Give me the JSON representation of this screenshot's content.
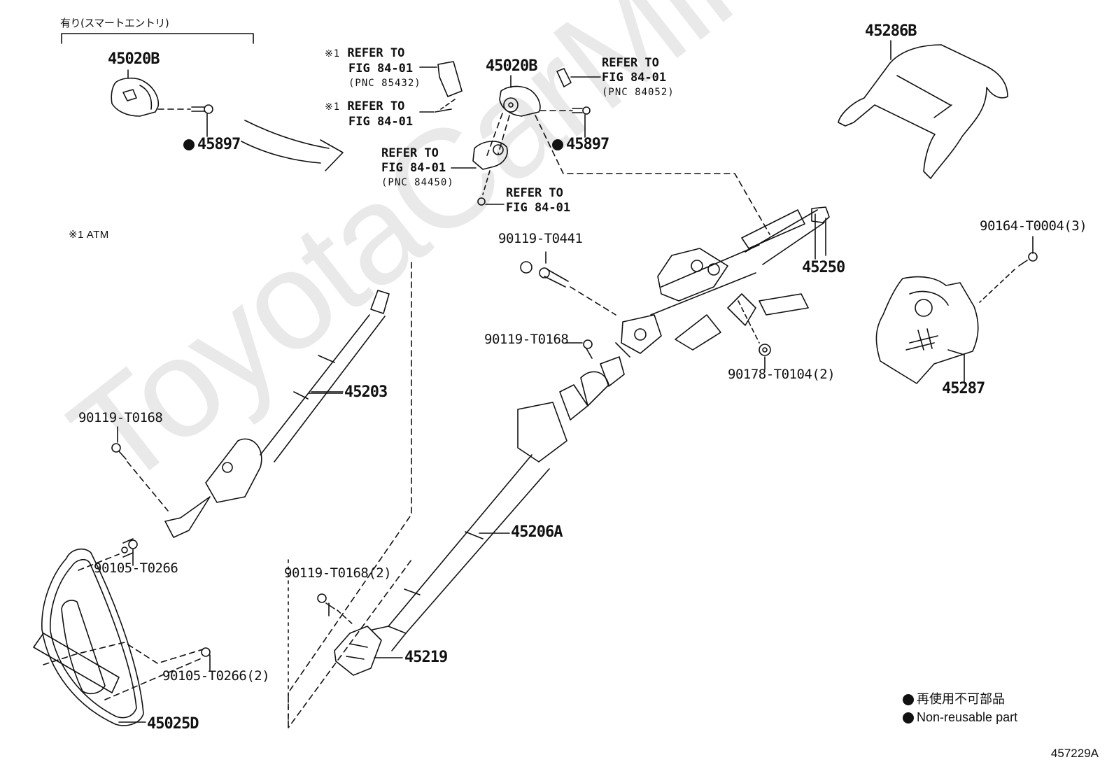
{
  "diagram": {
    "watermark": "ToyotaCarMine.ru",
    "figure_number": "457229A",
    "header_note": "有り(スマートエントリ)",
    "footnote": "※1 ATM",
    "legend": {
      "marker": "filled-circle",
      "items": [
        "再使用不可部品",
        "Non-reusable part"
      ]
    },
    "parts": {
      "ignition_switch_smart": "45020B",
      "ignition_switch": "45020B",
      "screw_smart": "45897",
      "screw": "45897",
      "upper_cover": "45286B",
      "column_assy": "45250",
      "lower_cover": "45287",
      "cover_screw": "90164-T0004(3)",
      "column_bolt": "90119-T0441",
      "column_bolt_small": "90119-T0168",
      "nut": "90178-T0104(2)",
      "intermediate_shaft": "45203",
      "shaft_bolt": "90119-T0168",
      "intermediate_shaft_lower": "45206A",
      "clamp_bolt": "90119-T0168(2)",
      "clamp": "45219",
      "hole_cover_bolt": "90105-T0266",
      "hole_cover_bolt_2": "90105-T0266(2)",
      "hole_cover": "45025D"
    },
    "refer_notes": [
      {
        "prefix": "※1",
        "line1": "REFER TO",
        "line2": "FIG 84-01",
        "pnc": "(PNC 85432)"
      },
      {
        "prefix": "※1",
        "line1": "REFER TO",
        "line2": "FIG 84-01",
        "pnc": ""
      },
      {
        "prefix": "",
        "line1": "REFER TO",
        "line2": "FIG 84-01",
        "pnc": "(PNC 84052)"
      },
      {
        "prefix": "",
        "line1": "REFER TO",
        "line2": "FIG 84-01",
        "pnc": "(PNC 84450)"
      },
      {
        "prefix": "",
        "line1": "REFER TO",
        "line2": "FIG 84-01",
        "pnc": ""
      }
    ]
  }
}
